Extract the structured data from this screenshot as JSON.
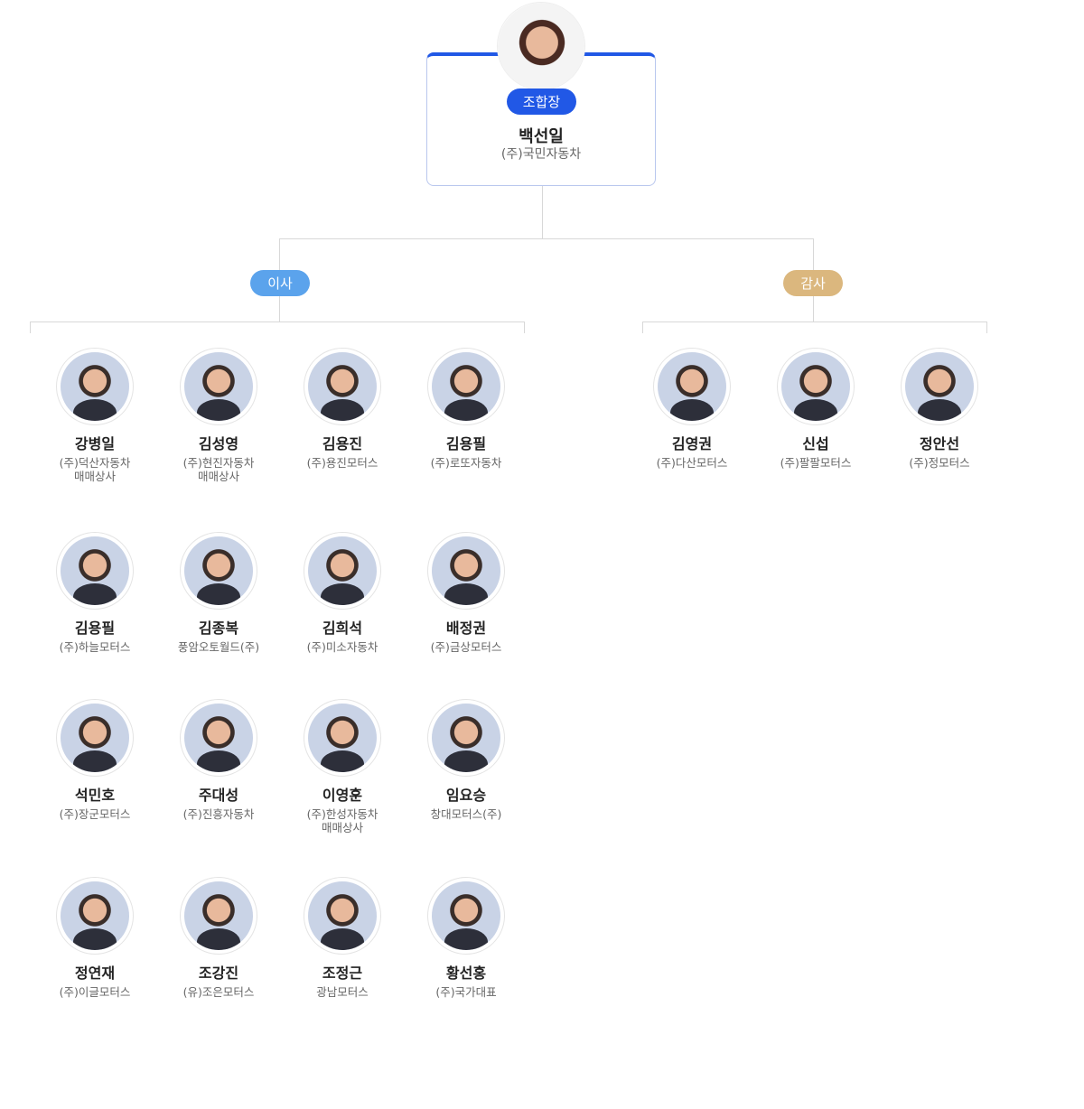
{
  "head": {
    "role": "조합장",
    "name": "백선일",
    "company": "(주)국민자동차"
  },
  "groups": {
    "directors": "이사",
    "auditors": "감사"
  },
  "colors": {
    "primary": "#2158e6",
    "directors": "#5ba3ec",
    "auditors": "#dbb77e"
  },
  "directors": [
    {
      "name": "강병일",
      "company": "(주)덕산자동차\n매매상사"
    },
    {
      "name": "김성영",
      "company": "(주)현진자동차\n매매상사"
    },
    {
      "name": "김용진",
      "company": "(주)용진모터스"
    },
    {
      "name": "김용필",
      "company": "(주)로또자동차"
    },
    {
      "name": "김용필",
      "company": "(주)하늘모터스"
    },
    {
      "name": "김종복",
      "company": "풍암오토월드(주)"
    },
    {
      "name": "김희석",
      "company": "(주)미소자동차"
    },
    {
      "name": "배정권",
      "company": "(주)금상모터스"
    },
    {
      "name": "석민호",
      "company": "(주)장군모터스"
    },
    {
      "name": "주대성",
      "company": "(주)진흥자동차"
    },
    {
      "name": "이영훈",
      "company": "(주)한성자동차\n매매상사"
    },
    {
      "name": "임요승",
      "company": "창대모터스(주)"
    },
    {
      "name": "정연재",
      "company": "(주)이글모터스"
    },
    {
      "name": "조강진",
      "company": "(유)조은모터스"
    },
    {
      "name": "조정근",
      "company": "광남모터스"
    },
    {
      "name": "황선홍",
      "company": "(주)국가대표"
    }
  ],
  "auditors": [
    {
      "name": "김영권",
      "company": "(주)다산모터스"
    },
    {
      "name": "신섭",
      "company": "(주)팔팔모터스"
    },
    {
      "name": "정안선",
      "company": "(주)정모터스"
    }
  ]
}
